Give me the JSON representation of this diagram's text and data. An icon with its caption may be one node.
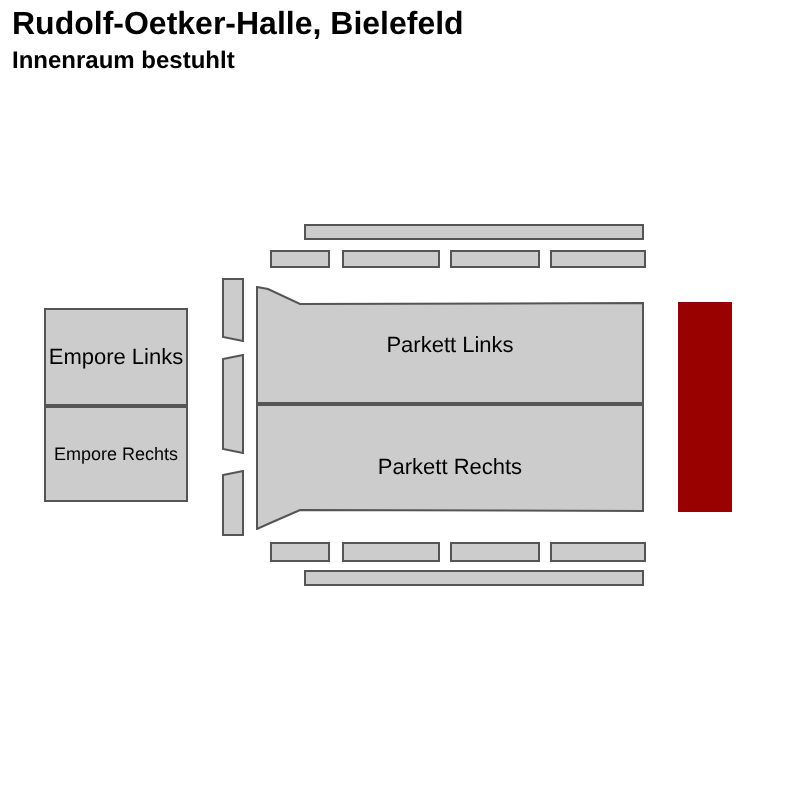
{
  "diagram": {
    "title": "Rudolf-Oetker-Halle, Bielefeld",
    "nodes": [
      {
        "text": [],
        "shape": "box"
      },
      {
        "text": [],
        "shape": "box"
      },
      {
        "text": [],
        "shape": "box"
      },
      {
        "text": [],
        "shape": "box"
      },
      {
        "text": [],
        "shape": "box"
      },
      {
        "text": [],
        "shape": "box"
      },
      {
        "text": [
          "Parkett Links"
        ]
      },
      {
        "text": [],
        "shape": "box"
      },
      {
        "text": [
          "Empore Links"
        ]
      },
      {
        "text": [],
        "shape": "box"
      },
      {
        "text": [
          "Empore Rechts"
        ]
      },
      {
        "text": [
          "Parkett Rechts"
        ]
      },
      {
        "text": [],
        "shape": "box"
      },
      {
        "text": [],
        "shape": "box"
      },
      {
        "text": [],
        "shape": "box"
      },
      {
        "text": [],
        "shape": "box"
      },
      {
        "text": [],
        "shape": "box"
      },
      {
        "text": [],
        "shape": "box"
      }
    ],
    "labels": [
      "Innenraum bestuhlt"
    ]
  }
}
